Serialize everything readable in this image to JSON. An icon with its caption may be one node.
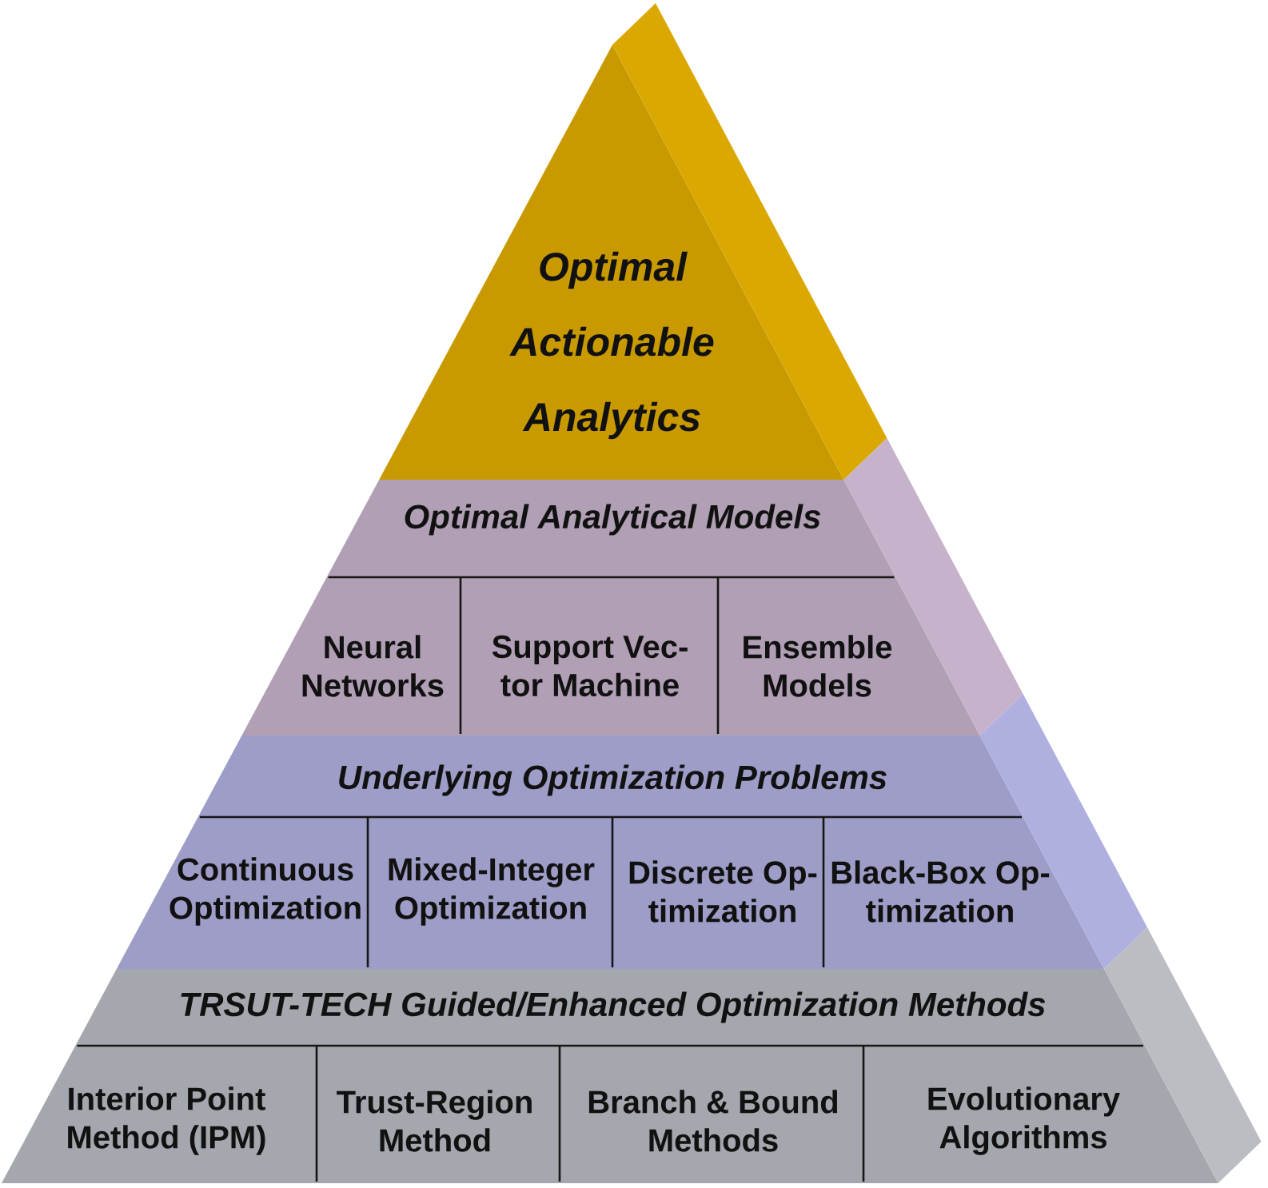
{
  "diagram": {
    "nodes": [
      {
        "text": [
          "Optimal Actionable Analytics"
        ]
      },
      {
        "text": [
          "Optimal Analytical Models"
        ]
      },
      {
        "text": [
          "Neural Networks"
        ],
        "in": 1
      },
      {
        "text": [
          "Support Vec- tor Machine"
        ],
        "in": 1
      },
      {
        "text": [
          "Ensemble Models"
        ],
        "in": 1
      },
      {
        "text": [
          "Underlying Optimization Problems"
        ]
      },
      {
        "text": [
          "Continuous Optimization"
        ],
        "in": 5
      },
      {
        "text": [
          "Mixed-Integer Optimization"
        ],
        "in": 5
      },
      {
        "text": [
          "Discrete Op- timization"
        ],
        "in": 5
      },
      {
        "text": [
          "Black-Box Op- timization"
        ],
        "in": 5
      },
      {
        "text": [
          "TRSUT-TECH Guided/Enhanced Optimization Methods"
        ]
      },
      {
        "text": [
          "Interior Point Method (IPM)"
        ],
        "in": 10
      },
      {
        "text": [
          "Trust-Region Method"
        ],
        "in": 10
      },
      {
        "text": [
          "Branch & Bound Methods"
        ],
        "in": 10
      },
      {
        "text": [
          "Evolutionary Algorithms"
        ],
        "in": 10
      }
    ]
  }
}
